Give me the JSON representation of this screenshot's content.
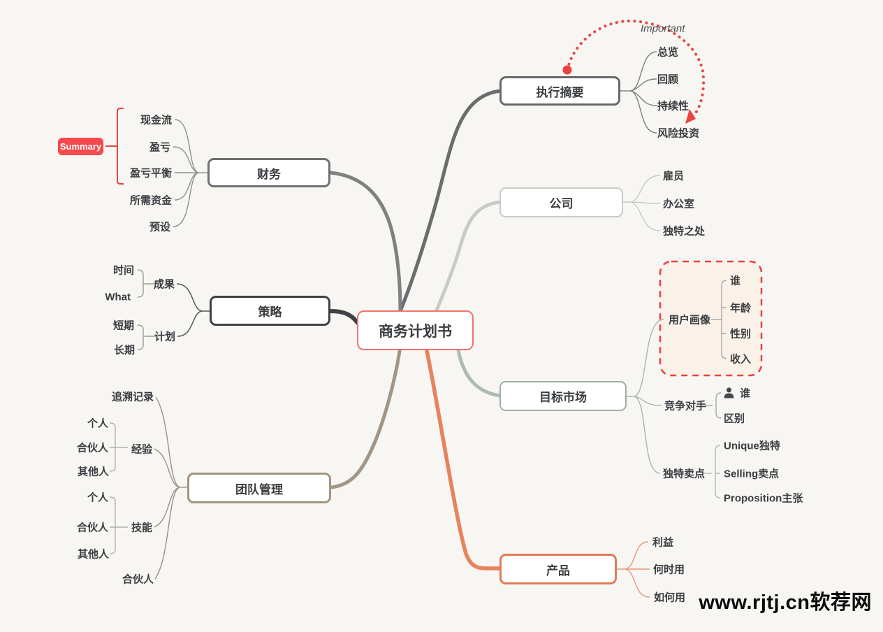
{
  "root": {
    "label": "商务计划书"
  },
  "callout": {
    "important": "Important"
  },
  "summary_badge": "Summary",
  "branches": {
    "executive_summary": {
      "label": "执行摘要",
      "children": {
        "overview": "总览",
        "review": "回顾",
        "sustainability": "持续性",
        "venture": "风险投资"
      }
    },
    "company": {
      "label": "公司",
      "children": {
        "employees": "雇员",
        "office": "办公室",
        "uniqueness": "独特之处"
      }
    },
    "target_market": {
      "label": "目标市场",
      "user_persona": {
        "label": "用户画像",
        "children": {
          "who": "谁",
          "age": "年龄",
          "gender": "性别",
          "income": "收入"
        }
      },
      "competitors": {
        "label": "竞争对手",
        "children": {
          "who": "谁",
          "difference": "区别"
        }
      },
      "usp": {
        "label": "独特卖点",
        "children": {
          "unique": "Unique独特",
          "selling": "Selling卖点",
          "proposition": "Proposition主张"
        }
      }
    },
    "product": {
      "label": "产品",
      "children": {
        "benefit": "利益",
        "when": "何时用",
        "how": "如何用"
      }
    },
    "finance": {
      "label": "财务",
      "children": {
        "cash_flow": "现金流",
        "profit_loss": "盈亏",
        "break_even": "盈亏平衡",
        "required_funds": "所需资金",
        "assumptions": "预设"
      }
    },
    "strategy": {
      "label": "策略",
      "outcome": {
        "label": "成果",
        "children": {
          "time": "时间",
          "what": "What"
        }
      },
      "plan": {
        "label": "计划",
        "children": {
          "short_term": "短期",
          "long_term": "长期"
        }
      }
    },
    "team": {
      "label": "团队管理",
      "children": {
        "track_record": "追溯记录",
        "partner": "合伙人"
      },
      "experience": {
        "label": "经验",
        "children": {
          "personal": "个人",
          "partner": "合伙人",
          "others": "其他人"
        }
      },
      "skills": {
        "label": "技能",
        "children": {
          "personal": "个人",
          "partner": "合伙人",
          "others": "其他人"
        }
      }
    }
  },
  "watermark": "www.rjtj.cn软荐网",
  "colors": {
    "background": "#f7f6f3",
    "root_border": "#ef756a",
    "executive_summary_border": "#67696b",
    "company_border": "#c9cbc8",
    "target_market_border": "#9fada9",
    "product_border": "#e07c55",
    "finance_border": "#6e7071",
    "strategy_border": "#3e4143",
    "team_border": "#a29484",
    "accent_red": "#e8433e",
    "summary_red": "#f5494f",
    "persona_box_fill": "#faf1e9",
    "text": "#3a3d40"
  }
}
